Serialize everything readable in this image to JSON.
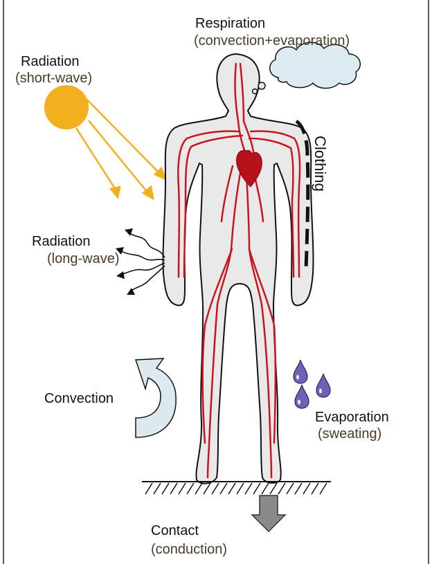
{
  "labels": {
    "respiration": {
      "title": "Respiration",
      "detail": "(convection+evaporation)"
    },
    "radiation_short": {
      "title": "Radiation",
      "detail": "(short-wave)"
    },
    "radiation_long": {
      "title": "Radiation",
      "detail": "(long-wave)"
    },
    "clothing": "Clothing",
    "convection": "Convection",
    "evaporation": {
      "title": "Evaporation",
      "detail": "(sweating)"
    },
    "contact": {
      "title": "Contact",
      "detail": "(conduction)"
    }
  },
  "colors": {
    "sun": "#f2b01e",
    "sun_rays": "#f2b01e",
    "body_fill": "#e9e9e9",
    "vessels": "#c8141e",
    "heart": "#b5121b",
    "cloud": "#dcebf2",
    "convection_arrow": "#dce9ee",
    "sweat_drops": "#6c63b4",
    "ground_arrow": "#8a8a8a"
  }
}
